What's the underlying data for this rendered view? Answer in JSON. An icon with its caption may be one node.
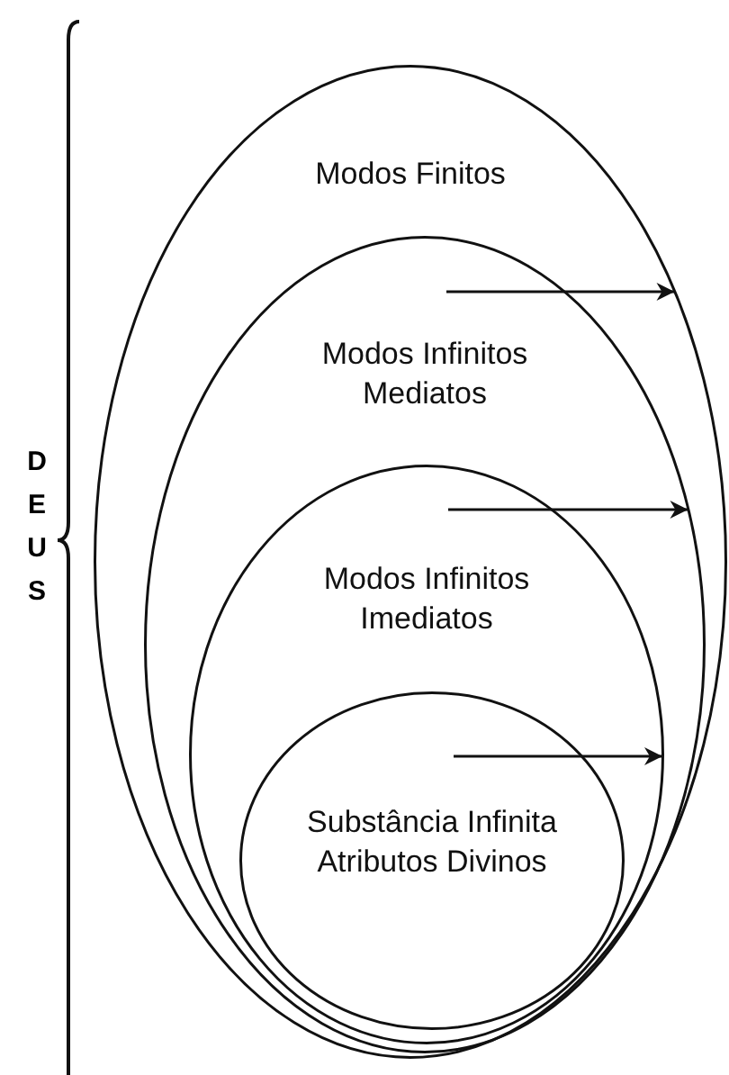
{
  "diagram": {
    "nodes": [
      {
        "text": [
          "Modos Finitos"
        ]
      },
      {
        "text": [
          "Modos Infinitos Mediatos"
        ],
        "in": 0
      },
      {
        "text": [
          "Modos Infinitos Imediatos"
        ],
        "in": 1
      },
      {
        "text": [
          "Substância Infinita Atributos Divinos"
        ],
        "in": 2
      }
    ],
    "edges": [
      {
        "from": 1,
        "to": 0,
        "arrow": "to"
      },
      {
        "from": 2,
        "to": 1,
        "arrow": "to"
      },
      {
        "from": 3,
        "to": 2,
        "arrow": "to"
      }
    ],
    "labels": [
      "DEUS"
    ]
  }
}
